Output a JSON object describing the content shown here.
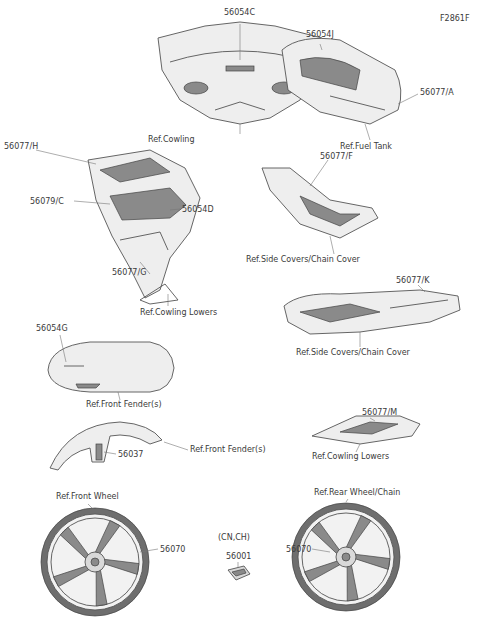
{
  "diagram": {
    "labels": [
      "F2861F",
      "56054C",
      "Ref.Cowling",
      "56054J",
      "56077/A",
      "Ref.Fuel Tank",
      "56077/H",
      "56077/F",
      "56079/C",
      "56054D",
      "Ref.Side Covers/Chain Cover",
      "56077/G",
      "Ref.Cowling Lowers",
      "56077/K",
      "Ref.Side Covers/Chain Cover",
      "56054G",
      "Ref.Front Fender(s)",
      "56077/M",
      "Ref.Cowling Lowers",
      "56037",
      "Ref.Front Fender(s)",
      "Ref.Front Wheel",
      "Ref.Rear Wheel/Chain",
      "56070",
      "(CN,CH)",
      "56001",
      "56070"
    ]
  }
}
